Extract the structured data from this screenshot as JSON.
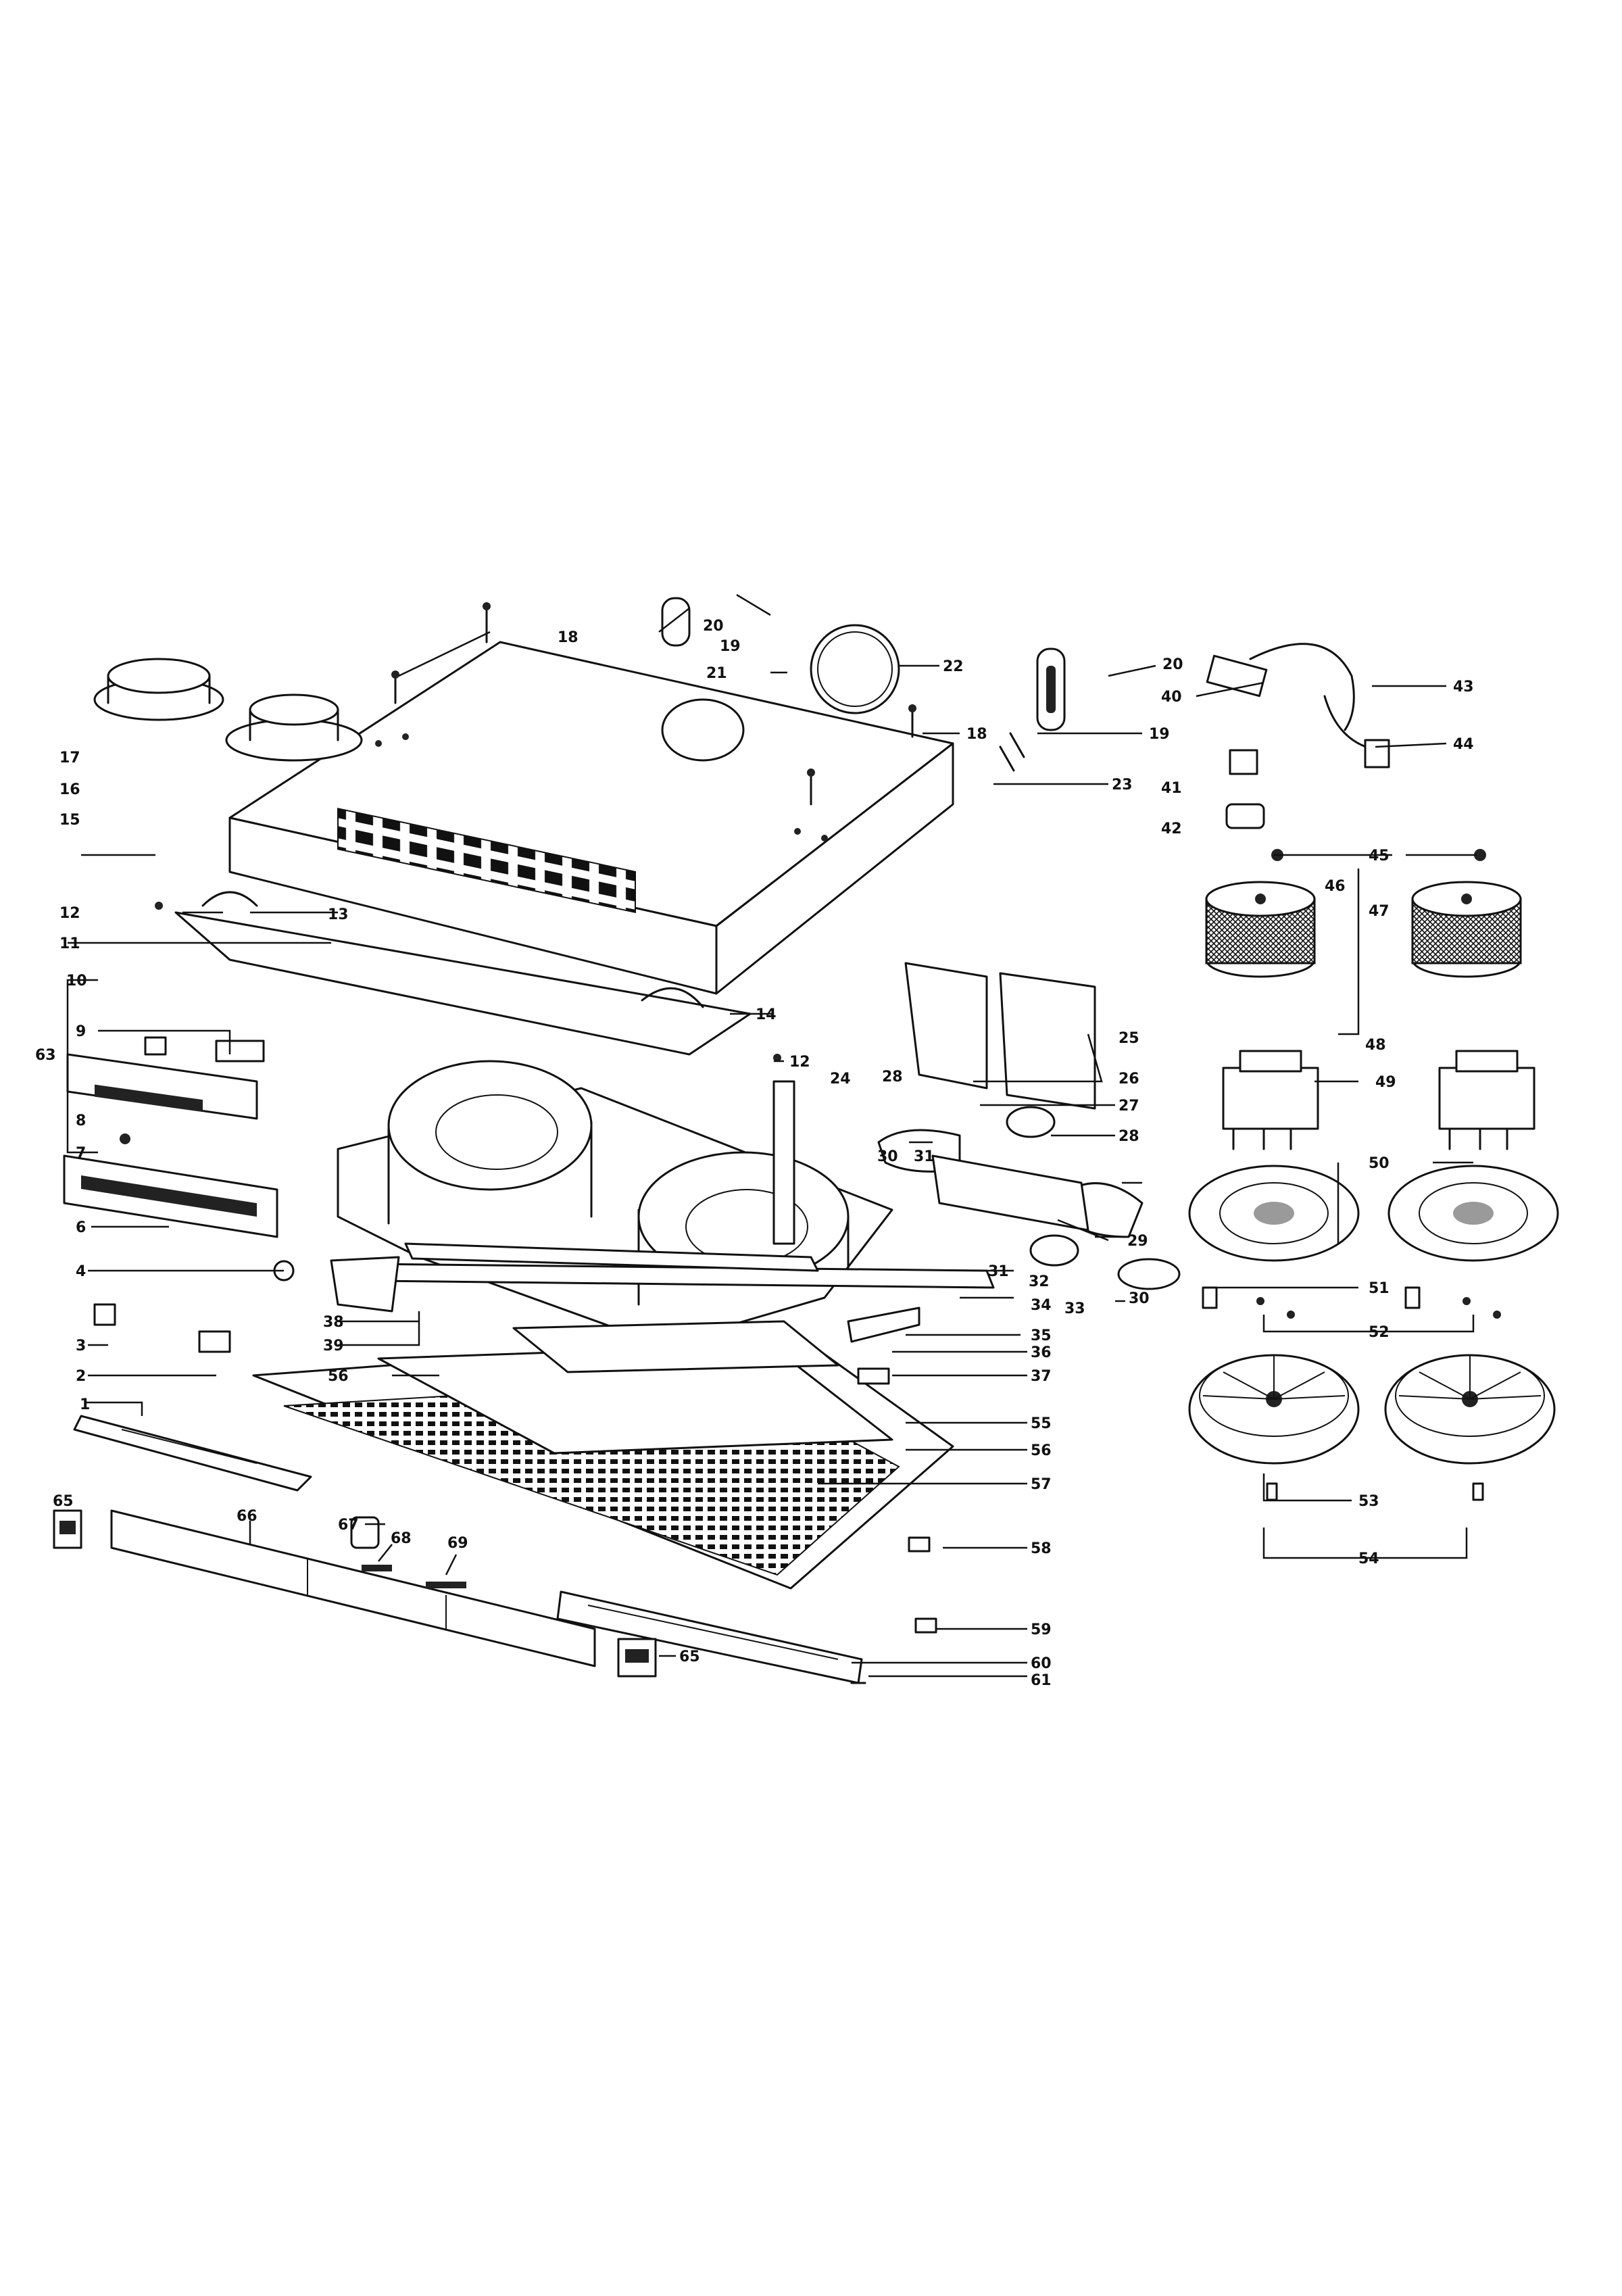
{
  "diagram": {
    "callouts": [
      "1",
      "2",
      "3",
      "4",
      "6",
      "7",
      "8",
      "9",
      "10",
      "11",
      "12",
      "13",
      "14",
      "15",
      "16",
      "17",
      "18",
      "19",
      "20",
      "21",
      "22",
      "23",
      "24",
      "25",
      "26",
      "27",
      "28",
      "29",
      "30",
      "31",
      "32",
      "33",
      "34",
      "35",
      "36",
      "37",
      "38",
      "39",
      "40",
      "41",
      "42",
      "43",
      "44",
      "45",
      "46",
      "47",
      "48",
      "49",
      "50",
      "51",
      "52",
      "53",
      "54",
      "55",
      "56",
      "57",
      "58",
      "59",
      "60",
      "61",
      "63",
      "65",
      "66",
      "67",
      "68",
      "69"
    ]
  }
}
